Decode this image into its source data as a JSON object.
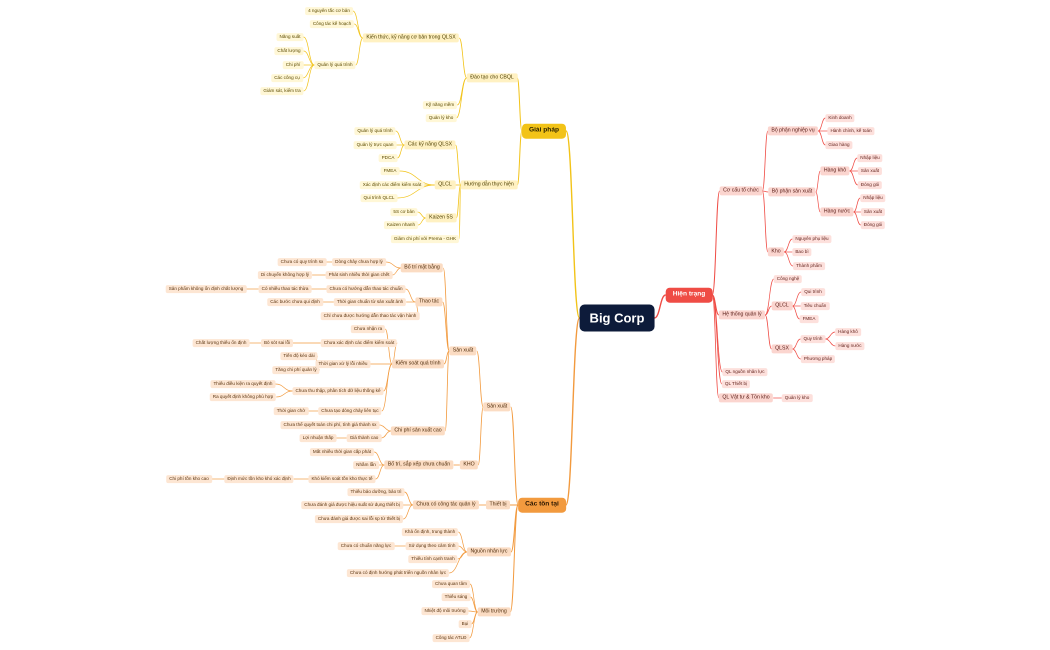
{
  "root": {
    "label": "Big Corp"
  },
  "colors": {
    "solutions": "#f2c318",
    "issues": "#f29a3e",
    "status": "#ef4c45",
    "root": "#0d1b3a"
  },
  "branches": {
    "solutions": {
      "label": "Giải pháp",
      "training": {
        "label": "Đào tạo cho CBQL",
        "knowledge": {
          "label": "Kiến thức, kỹ năng cơ bản trong QLSX",
          "principles": "4 nguyên tắc cơ bản",
          "planning": "Công tác kế hoạch",
          "process": {
            "label": "Quản lý quá trình",
            "items": [
              "Năng suất",
              "Chất lượng",
              "Chi phí",
              "Các công cụ",
              "Giám sát, kiểm tra"
            ]
          }
        },
        "soft_skills": "Kỹ năng mềm",
        "warehouse": "Quản lý kho"
      },
      "guidance": {
        "label": "Hướng dẫn thực hiện",
        "qlsx_skills": {
          "label": "Các kỹ năng QLSX",
          "items": [
            "Quản lý quá trình",
            "Quản lý trực quan",
            "PDCA"
          ]
        },
        "qlcl": {
          "label": "QLCL",
          "items": [
            "FMEA",
            "Xác định các điểm kiểm soát",
            "Qui trình QLCL"
          ]
        },
        "kaizen": {
          "label": "Kaizen 5S",
          "items": [
            "5S cơ bản",
            "Kaizen nhanh"
          ]
        },
        "prema": "Giảm chi phí với Prema - GHK"
      }
    },
    "issues": {
      "label": "Các tồn tại",
      "production": {
        "label": "Sản xuất",
        "sx": {
          "label": "Sản xuất",
          "layout": {
            "label": "Bố trí mặt bằng",
            "flow": {
              "label": "Dòng chảy chưa hợp lý",
              "cause": "Chưa có quy trình sx"
            },
            "time": {
              "label": "Phát sinh nhiều thời gian chết",
              "cause": "Di chuyển không hợp lý"
            }
          },
          "operation": {
            "label": "Thao tác",
            "guide": {
              "label": "Chưa có hướng dẫn thao tác chuẩn",
              "cause": "Có nhiều thao tác thừa",
              "effect": "Sản phẩm không ổn định chất lượng"
            },
            "standard": {
              "label": "Thời gian chuẩn từ sản xuất ảnh",
              "cause": "Các bước chưa qui định"
            },
            "worker_guide": "Chỉ chưa được hướng dẫn thao tác vận hành"
          },
          "quality": {
            "label": "Kiểm soát quá trình",
            "uncontrolled": "Chưa nhận ra",
            "points": {
              "label": "Chưa xác định các điểm kiểm soát",
              "cause": "Bỏ sót sai lỗi",
              "effect": "Chất lượng thiếu ổn định"
            },
            "time": {
              "label": "Thời gian xử lý lỗi nhiều",
              "items": [
                "Tiến độ kéo dài",
                "Tăng chi phí quản lý"
              ]
            },
            "data": {
              "label": "Chưa thu thập, phân tích dữ liệu thống kê",
              "items": [
                "Thiếu điều kiện ra quyết định",
                "Ra quyết định không phù hợp"
              ]
            },
            "waiting": {
              "label": "Chưa tạo dòng chảy liên tục",
              "cause": "Thời gian chờ"
            }
          },
          "cost": {
            "label": "Chi phí sản xuất cao",
            "items": [
              "Chưa thể quyết toán chi phí, tính giá thành sx",
              "Giá thành cao"
            ],
            "effect": "Lợi nhuận thấp"
          }
        },
        "kho": {
          "label": "KHO",
          "arrangement": {
            "label": "Bố trí, sắp xếp chưa chuẩn",
            "items": [
              "Mất nhiều thời gian cấp phát",
              "Nhầm lẫn"
            ],
            "control": {
              "label": "Khó kiểm soát tồn kho thực tế",
              "cause": "Định mức tồn kho khó xác định",
              "effect": "Chi phí tồn kho cao"
            }
          }
        },
        "equipment": {
          "label": "Thiết bị",
          "mgmt": {
            "label": "Chưa có công tác quản lý",
            "items": [
              "Thiếu bảo dưỡng, bảo trì",
              "Chưa đánh giá được hiệu suất sử dụng thiết bị",
              "Chưa đánh giá được sai lỗi sp từ thiết bị"
            ]
          }
        },
        "hr": {
          "label": "Nguồn nhân lực",
          "items": [
            "Khả ổn định, trung thành",
            "Sử dụng theo cảm tính",
            "Thiếu tính cạnh tranh",
            "Chưa có định hướng phát triển nguồn nhân lực"
          ],
          "skill_cause": "Chưa có chuẩn năng lực"
        },
        "env": {
          "label": "Môi trường",
          "items": [
            "Chưa quan tâm",
            "Thiếu sáng",
            "Nhiệt độ môi trường",
            "Bụi",
            "Công tác ATLĐ"
          ]
        }
      }
    },
    "status": {
      "label": "Hiện trạng",
      "org": {
        "label": "Cơ cấu tổ chức",
        "business": {
          "label": "Bộ phận nghiệp vụ",
          "items": [
            "Kinh doanh",
            "Hành chính, kế toán",
            "Giao hàng"
          ]
        },
        "production": {
          "label": "Bộ phận sản xuất",
          "dry": {
            "label": "Hàng khô",
            "items": [
              "Nhập liệu",
              "Sản xuất",
              "Đóng gói"
            ]
          },
          "wet": {
            "label": "Hàng nước",
            "items": [
              "Nhập liệu",
              "Sản xuất",
              "Đóng gói"
            ]
          }
        },
        "warehouse": {
          "label": "Kho",
          "items": [
            "Nguyên phụ liệu",
            "Bao bì",
            "Thành phẩm"
          ]
        }
      },
      "mgmt": {
        "label": "Hệ thống quản lý",
        "tech": "Công nghệ",
        "qlcl": {
          "label": "QLCL",
          "items": [
            "Qui trình",
            "Tiêu chuẩn",
            "FMEA"
          ]
        },
        "qlsx": {
          "label": "QLSX",
          "process": {
            "label": "Quy trình",
            "items": [
              "Hàng khô",
              "Hàng nước"
            ]
          },
          "recipe": "Phương pháp"
        }
      },
      "hr": "QL nguồn nhân lực",
      "equipment": "QL Thiết bị",
      "materials": {
        "label": "QL Vật tư & Tồn kho",
        "child": "Quản lý kho"
      }
    }
  }
}
